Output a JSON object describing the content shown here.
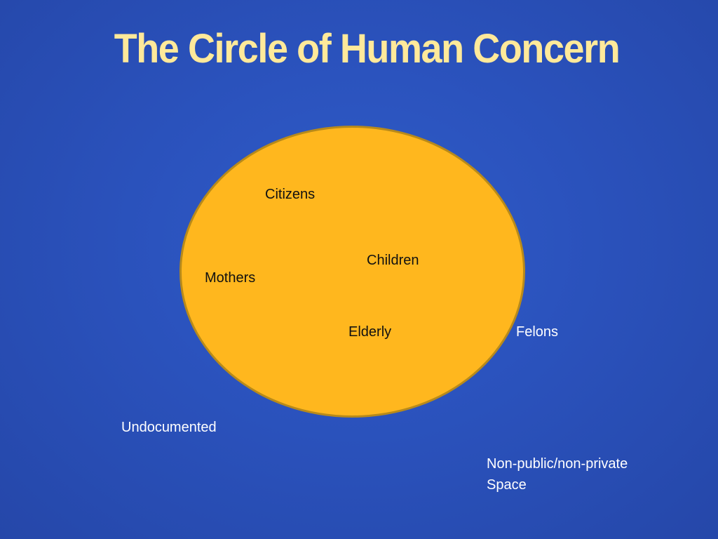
{
  "slide": {
    "title": "The Circle of Human Concern",
    "colors": {
      "background": "#2b53be",
      "title": "#ffe99a",
      "circle_fill": "#ffb71e",
      "circle_border": "#b88a1a",
      "inner_text": "#111111",
      "outer_text": "#ffffff"
    }
  },
  "circle": {
    "inside_labels": [
      "Citizens",
      "Children",
      "Mothers",
      "Elderly"
    ]
  },
  "outside": {
    "labels": [
      "Felons",
      "Undocumented"
    ],
    "space_line1": "Non-public/non-private",
    "space_line2": "Space"
  }
}
